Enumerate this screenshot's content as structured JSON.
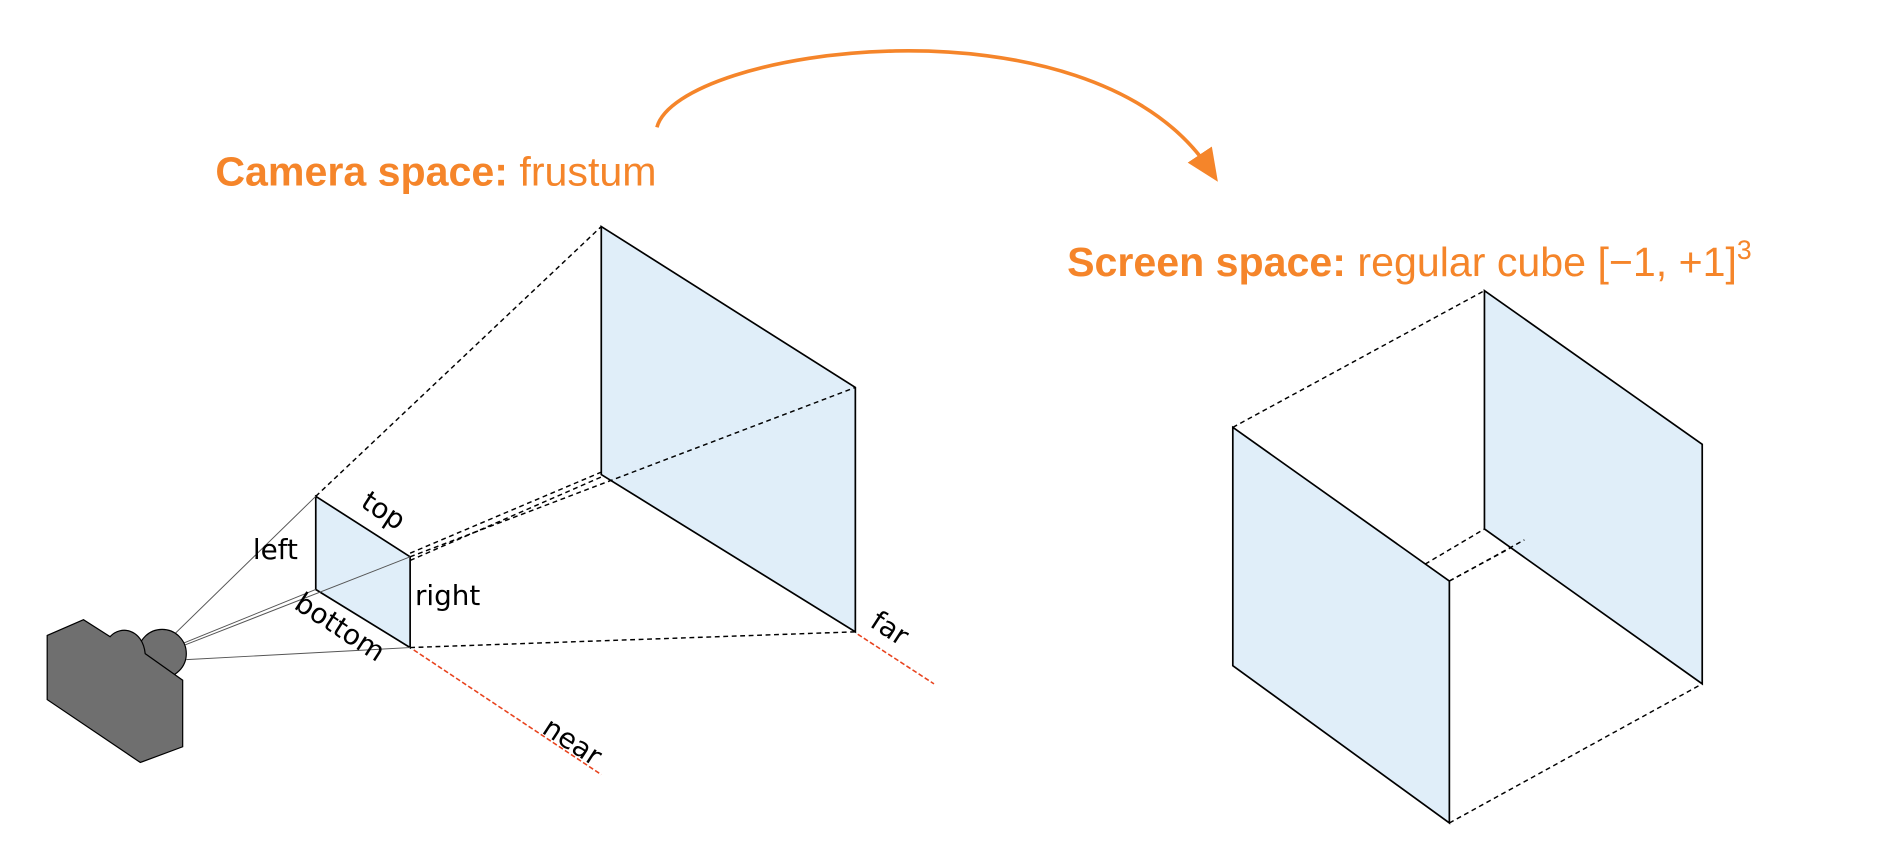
{
  "colors": {
    "accent": "#f5852a",
    "plane_fill": "#e0eef9",
    "clip_line": "#e8431e",
    "camera": "#6f6f6f"
  },
  "camera_space": {
    "bold": "Camera space:",
    "rest": " frustum"
  },
  "screen_space": {
    "bold": "Screen space:",
    "rest": " regular cube [−1, +1]",
    "sup": "3"
  },
  "labels": {
    "top": "top",
    "left": "left",
    "right": "right",
    "bottom": "bottom",
    "near": "near",
    "far": "far"
  }
}
